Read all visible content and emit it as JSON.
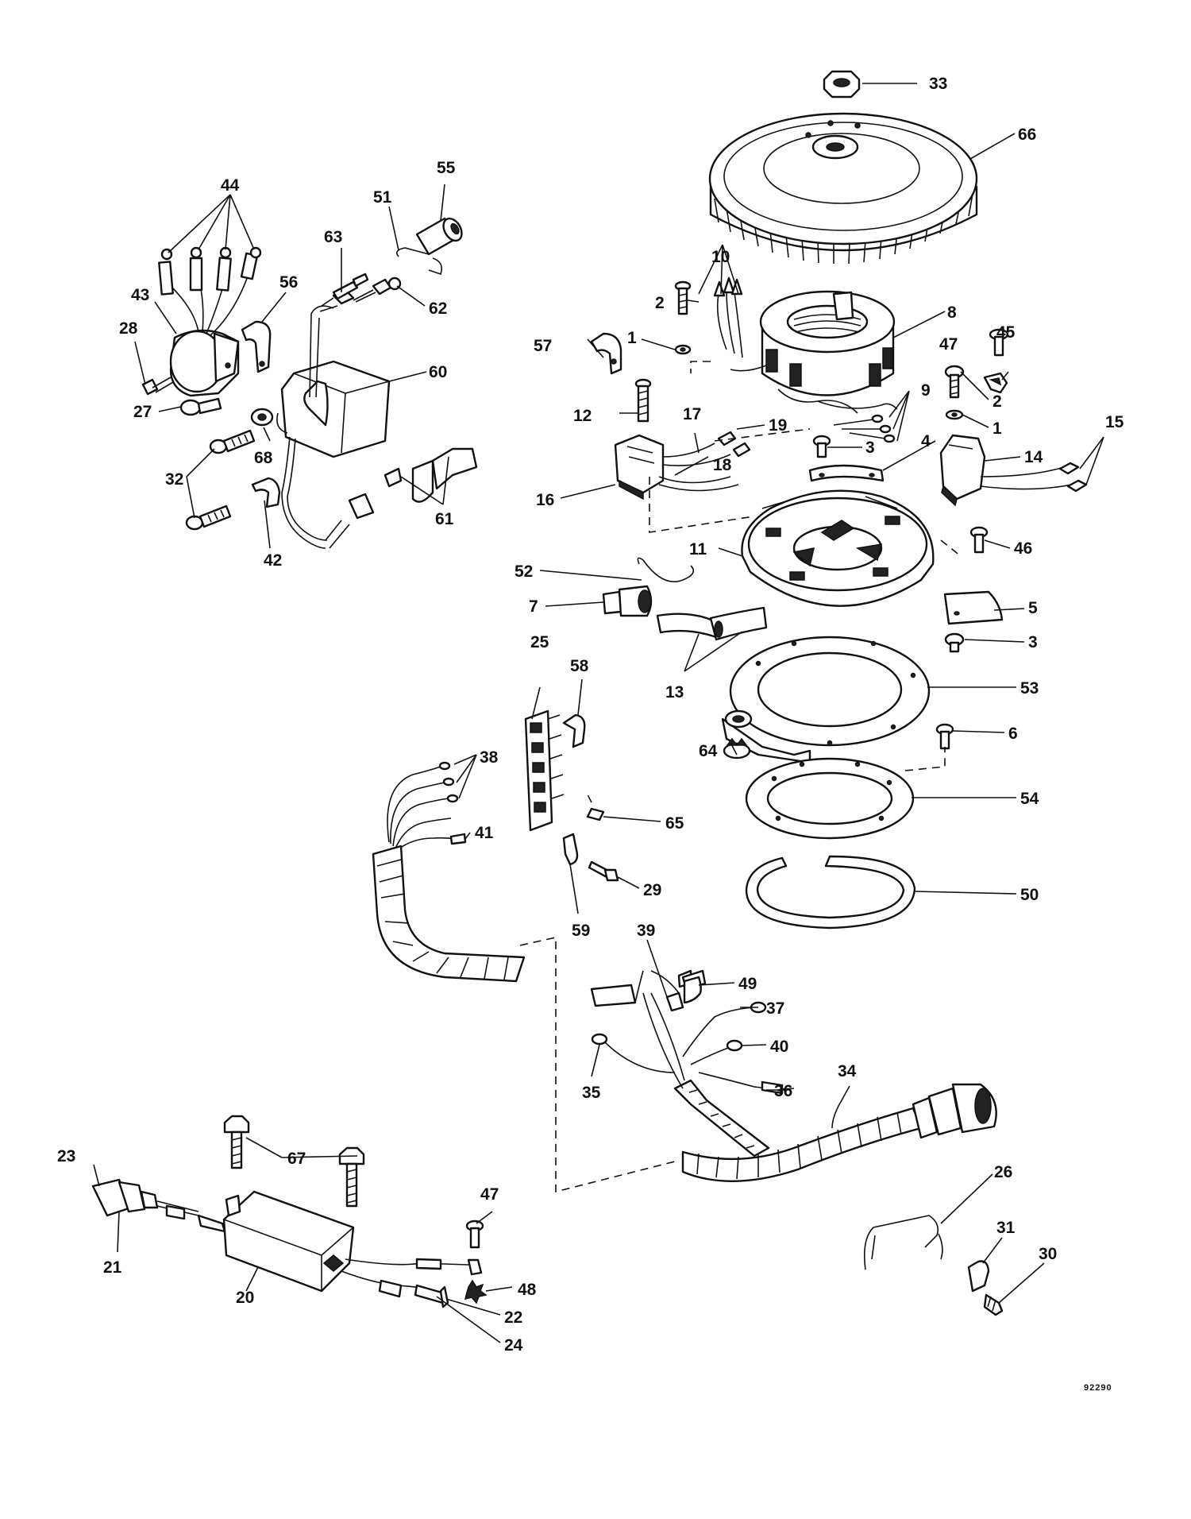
{
  "reference_number": "92290",
  "callouts": {
    "c1a": "1",
    "c1b": "1",
    "c2a": "2",
    "c2b": "2",
    "c3a": "3",
    "c3b": "3",
    "c4": "4",
    "c5": "5",
    "c6": "6",
    "c7": "7",
    "c8": "8",
    "c9": "9",
    "c10": "10",
    "c11": "11",
    "c12": "12",
    "c13": "13",
    "c14": "14",
    "c15": "15",
    "c16": "16",
    "c17": "17",
    "c18": "18",
    "c19": "19",
    "c20": "20",
    "c21": "21",
    "c22": "22",
    "c23": "23",
    "c24": "24",
    "c25": "25",
    "c26": "26",
    "c27": "27",
    "c28": "28",
    "c29": "29",
    "c30": "30",
    "c31": "31",
    "c32": "32",
    "c33": "33",
    "c34": "34",
    "c35": "35",
    "c36": "36",
    "c37": "37",
    "c38": "38",
    "c39": "39",
    "c40": "40",
    "c41": "41",
    "c42": "42",
    "c43": "43",
    "c44": "44",
    "c45": "45",
    "c46": "46",
    "c47a": "47",
    "c47b": "47",
    "c48": "48",
    "c49": "49",
    "c50": "50",
    "c51": "51",
    "c52": "52",
    "c53": "53",
    "c54": "54",
    "c55": "55",
    "c56": "56",
    "c57": "57",
    "c58": "58",
    "c59": "59",
    "c60": "60",
    "c61": "61",
    "c62": "62",
    "c63": "63",
    "c64": "64",
    "c65": "65",
    "c66": "66",
    "c67": "67",
    "c68": "68"
  }
}
